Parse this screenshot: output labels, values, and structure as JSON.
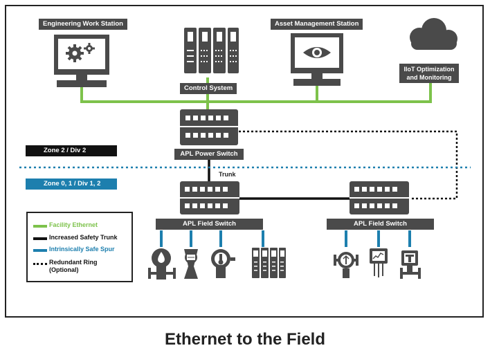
{
  "title": "Ethernet to the Field",
  "labels": {
    "engineering_station": "Engineering Work Station",
    "asset_station": "Asset Management Station",
    "iiot": [
      "IIoT Optimization",
      "and Monitoring"
    ],
    "control_system": "Control System",
    "power_switch": "APL Power Switch",
    "field_switch_left": "APL Field Switch",
    "field_switch_right": "APL Field Switch",
    "trunk": "Trunk"
  },
  "zones": {
    "zone2": "Zone 2 / Div 2",
    "zone01": "Zone 0, 1 / Div 1, 2"
  },
  "legend": [
    {
      "label": "Facility Ethernet",
      "color": "#7dc24b",
      "style": "solid"
    },
    {
      "label": "Increased Safety Trunk",
      "color": "#111111",
      "style": "solid"
    },
    {
      "label": "Intrinsically Safe Spur",
      "color": "#1d7fae",
      "style": "solid"
    },
    {
      "label": "Redundant Ring\n(Optional)",
      "color": "#111111",
      "style": "dotted"
    }
  ],
  "colors": {
    "facility_ethernet": "#7dc24b",
    "trunk": "#111111",
    "spur": "#1d7fae",
    "device": "#4a4a4a",
    "zone2_bg": "#111111",
    "zone01_bg": "#1d7fae"
  },
  "icons": {
    "engineering": "monitor-gears-icon",
    "controller": "control-system-rack-icon",
    "asset": "monitor-eye-icon",
    "cloud": "cloud-icon",
    "field_devices_left": [
      "valve-flow-icon",
      "flow-meter-icon",
      "temperature-transmitter-icon",
      "io-rack-icon"
    ],
    "field_devices_right": [
      "flow-meter-valve-icon",
      "analyzer-icon",
      "pressure-transmitter-icon"
    ]
  }
}
